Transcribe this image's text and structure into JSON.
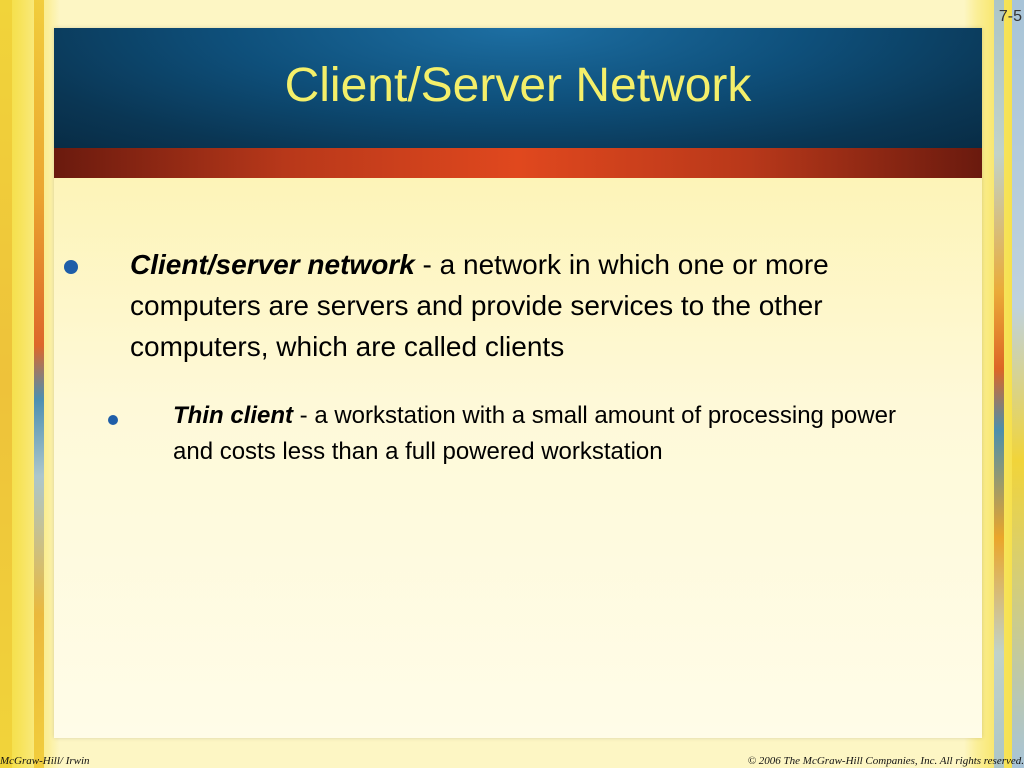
{
  "slide": {
    "number": "7-5",
    "title": "Client/Server Network"
  },
  "bullets": [
    {
      "term": "Client/server network",
      "definition": " - a network in which one or more computers are servers and provide services to the other computers, which are called clients"
    },
    {
      "term": "Thin client",
      "definition": " - a workstation with a small amount of processing power and costs less than a full powered workstation"
    }
  ],
  "footer": {
    "left": "McGraw-Hill/ Irwin",
    "right": "© 2006 The McGraw-Hill Companies, Inc. All rights reserved."
  },
  "colors": {
    "title_bg": "#0e4f7a",
    "title_text": "#f4ef6a",
    "accent": "#e0481e",
    "bullet": "#1f5ea8",
    "background": "#fdf6c4"
  }
}
